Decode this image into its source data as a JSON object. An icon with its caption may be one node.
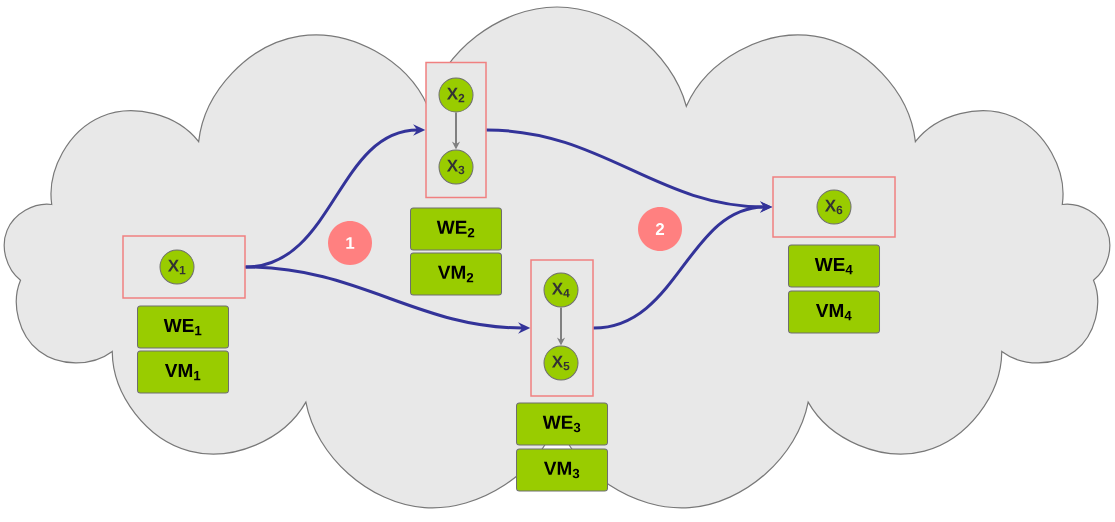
{
  "diagram": {
    "nodes": [
      {
        "text": [],
        "shape": "cloud"
      },
      {
        "text": [],
        "shape": "box",
        "in": 0
      },
      {
        "text": [
          "X$_{1}$"
        ],
        "in": 1
      },
      {
        "text": [],
        "shape": "box",
        "in": 0
      },
      {
        "text": [
          "X$_{2}$"
        ],
        "in": 3
      },
      {
        "text": [
          "X$_{3}$"
        ],
        "in": 3
      },
      {
        "text": [],
        "shape": "box",
        "in": 0
      },
      {
        "text": [
          "X$_{4}$"
        ],
        "in": 6
      },
      {
        "text": [
          "X$_{5}$"
        ],
        "in": 6
      },
      {
        "text": [],
        "shape": "box",
        "in": 0
      },
      {
        "text": [
          "X$_{6}$"
        ],
        "in": 9
      },
      {
        "text": [
          "WE$_{1}$"
        ],
        "in": 0
      },
      {
        "text": [
          "VM$_{1}$"
        ],
        "in": 0
      },
      {
        "text": [
          "WE$_{2}$"
        ],
        "in": 0
      },
      {
        "text": [
          "VM$_{2}$"
        ],
        "in": 0
      },
      {
        "text": [
          "WE$_{3}$"
        ],
        "in": 0
      },
      {
        "text": [
          "VM$_{3}$"
        ],
        "in": 0
      },
      {
        "text": [
          "WE$_{4}$"
        ],
        "in": 0
      },
      {
        "text": [
          "VM$_{4}$"
        ],
        "in": 0
      },
      {
        "text": [
          "1"
        ],
        "in": 0
      },
      {
        "text": [
          "2"
        ],
        "in": 0
      }
    ],
    "edges": [
      {
        "from": 1,
        "to": 3,
        "arrow": "to"
      },
      {
        "from": 1,
        "to": 6,
        "arrow": "to"
      },
      {
        "from": 3,
        "to": 9,
        "arrow": "to"
      },
      {
        "from": 6,
        "to": 9,
        "arrow": "to"
      },
      {
        "from": 4,
        "to": 5,
        "arrow": "to",
        "color": "#808080"
      },
      {
        "from": 7,
        "to": 8,
        "arrow": "to",
        "color": "#808080"
      }
    ]
  }
}
